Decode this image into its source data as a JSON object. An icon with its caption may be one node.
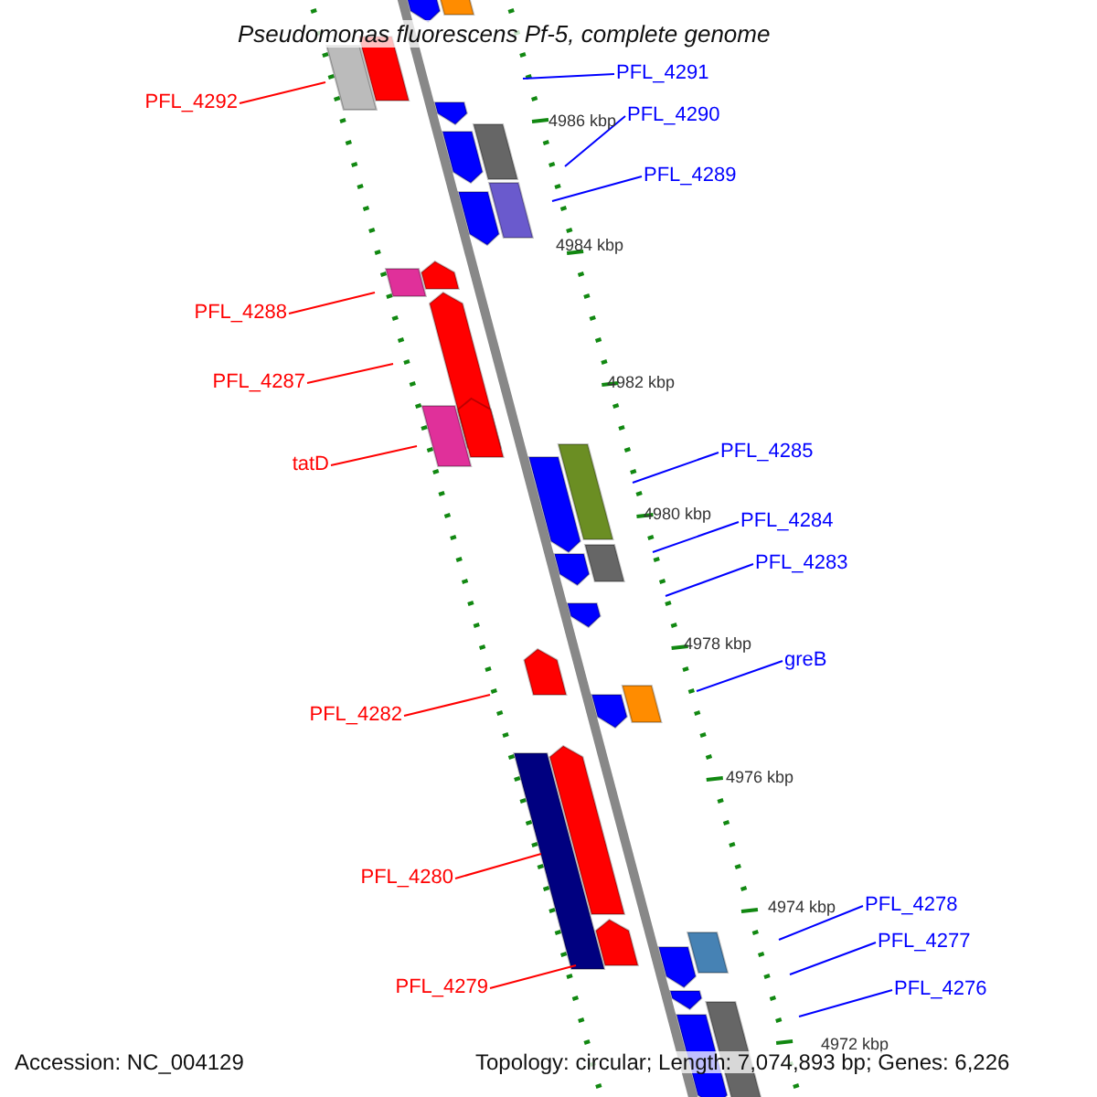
{
  "diagram": {
    "title": "Pseudomonas fluorescens Pf-5, complete genome",
    "nodes": [
      {
        "text": [
          "PFL_4291"
        ]
      },
      {
        "text": [
          "PFL_4292"
        ]
      },
      {
        "text": [
          "PFL_4290"
        ]
      },
      {
        "text": [
          "PFL_4289"
        ]
      },
      {
        "text": [
          "PFL_4288"
        ]
      },
      {
        "text": [
          "PFL_4287"
        ]
      },
      {
        "text": [
          "PFL_4285"
        ]
      },
      {
        "text": [
          "tatD"
        ]
      },
      {
        "text": [
          "PFL_4284"
        ]
      },
      {
        "text": [
          "PFL_4283"
        ]
      },
      {
        "text": [
          "greB"
        ]
      },
      {
        "text": [
          "PFL_4282"
        ]
      },
      {
        "text": [
          "PFL_4280"
        ]
      },
      {
        "text": [
          "PFL_4278"
        ]
      },
      {
        "text": [
          "PFL_4277"
        ]
      },
      {
        "text": [
          "PFL_4279"
        ]
      },
      {
        "text": [
          "PFL_4276"
        ]
      }
    ],
    "edges": [
      {
        "from": 0,
        "to": null,
        "arrow": "none"
      },
      {
        "from": 1,
        "to": null,
        "arrow": "none",
        "color": "#ff0000"
      },
      {
        "from": 2,
        "to": null,
        "arrow": "none"
      },
      {
        "from": 3,
        "to": null,
        "arrow": "none"
      },
      {
        "from": 4,
        "to": null,
        "arrow": "none",
        "color": "#ff0000"
      },
      {
        "from": 5,
        "to": null,
        "arrow": "none",
        "color": "#ff0000"
      },
      {
        "from": 6,
        "to": null,
        "arrow": "none"
      },
      {
        "from": 7,
        "to": null,
        "arrow": "none",
        "color": "#ff0000"
      },
      {
        "from": 8,
        "to": null,
        "arrow": "none"
      },
      {
        "from": 9,
        "to": null,
        "arrow": "none"
      },
      {
        "from": 10,
        "to": null,
        "arrow": "none"
      },
      {
        "from": 11,
        "to": null,
        "arrow": "none",
        "color": "#ff0000"
      },
      {
        "from": 12,
        "to": null,
        "arrow": "none",
        "color": "#ff0000"
      },
      {
        "from": 13,
        "to": null,
        "arrow": "none"
      },
      {
        "from": 14,
        "to": null,
        "arrow": "none"
      },
      {
        "from": 15,
        "to": null,
        "arrow": "none",
        "color": "#ff0000"
      },
      {
        "from": 16,
        "to": null,
        "arrow": "none"
      }
    ],
    "labels": [
      "4986 kbp",
      "4984 kbp",
      "4982 kbp",
      "4980 kbp",
      "4978 kbp",
      "4976 kbp",
      "4974 kbp",
      "4972 kbp",
      "Accession: NC_004129",
      "Topology: circular; Length: 7,074,893 bp; Genes: 6,226"
    ]
  }
}
